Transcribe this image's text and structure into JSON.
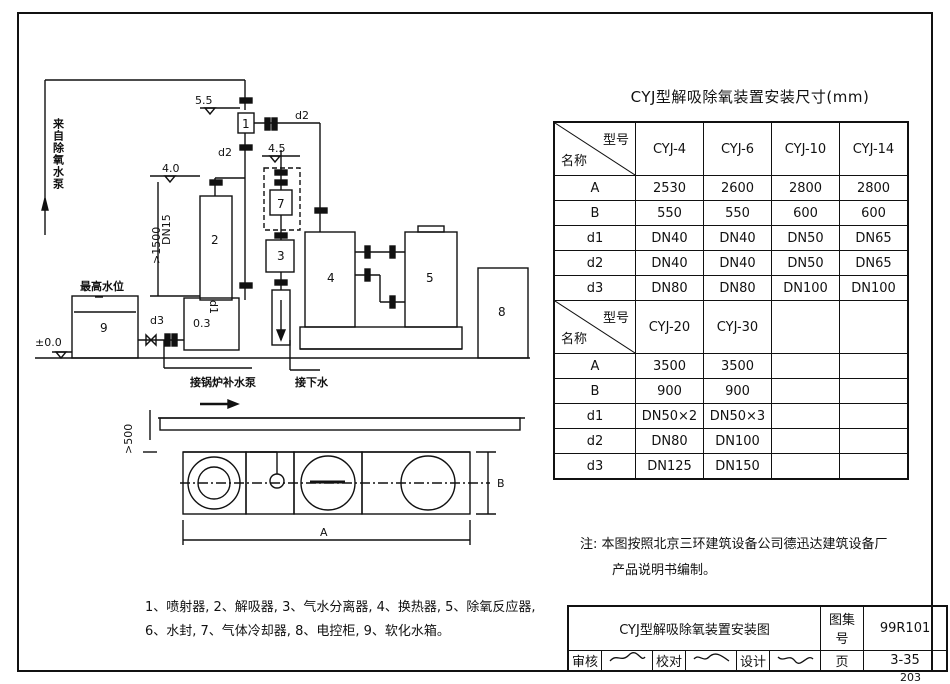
{
  "table": {
    "title": "CYJ型解吸除氧装置安装尺寸(mm)",
    "header_model": "型号",
    "header_name": "名称",
    "models_1": [
      "CYJ-4",
      "CYJ-6",
      "CYJ-10",
      "CYJ-14"
    ],
    "rows_1": [
      {
        "name": "A",
        "values": [
          "2530",
          "2600",
          "2800",
          "2800"
        ]
      },
      {
        "name": "B",
        "values": [
          "550",
          "550",
          "600",
          "600"
        ]
      },
      {
        "name": "d1",
        "values": [
          "DN40",
          "DN40",
          "DN50",
          "DN65"
        ]
      },
      {
        "name": "d2",
        "values": [
          "DN40",
          "DN40",
          "DN50",
          "DN65"
        ]
      },
      {
        "name": "d3",
        "values": [
          "DN80",
          "DN80",
          "DN100",
          "DN100"
        ]
      }
    ],
    "models_2": [
      "CYJ-20",
      "CYJ-30"
    ],
    "rows_2": [
      {
        "name": "A",
        "values": [
          "3500",
          "3500"
        ]
      },
      {
        "name": "B",
        "values": [
          "900",
          "900"
        ]
      },
      {
        "name": "d1",
        "values": [
          "DN50×2",
          "DN50×3"
        ]
      },
      {
        "name": "d2",
        "values": [
          "DN80",
          "DN100"
        ]
      },
      {
        "name": "d3",
        "values": [
          "DN125",
          "DN150"
        ]
      }
    ]
  },
  "diagram": {
    "from_pump": "来自除氧水泵",
    "max_water": "最高水位",
    "to_boiler_pump": "接锅炉补水泵",
    "to_drain": "接下水",
    "lvl_55": "5.5",
    "lvl_45": "4.5",
    "lvl_40": "4.0",
    "lvl_03": "0.3",
    "lvl_00": "±0.0",
    "d2a": "d2",
    "d2b": "d2",
    "d1": "d1",
    "d3": "d3",
    "dn15": "DN15",
    "dim_1500": ">1500",
    "dim_500": ">500",
    "dim_A": "A",
    "dim_B": "B",
    "n1": "1",
    "n2": "2",
    "n3": "3",
    "n4": "4",
    "n5": "5",
    "n7": "7",
    "n8": "8",
    "n9": "9"
  },
  "note": {
    "line1": "注: 本图按照北京三环建筑设备公司德迅达建筑设备厂",
    "line2": "产品说明书编制。"
  },
  "legend": {
    "line1": "1、喷射器, 2、解吸器, 3、气水分离器, 4、换热器, 5、除氧反应器,",
    "line2": "6、水封, 7、气体冷却器, 8、电控柜, 9、软化水箱。"
  },
  "title_block": {
    "drawing_title": "CYJ型解吸除氧装置安装图",
    "atlas_label": "图集号",
    "atlas_no": "99R101",
    "review": "审核",
    "check": "校对",
    "design": "设计",
    "page_label": "页",
    "page_no": "3-35"
  },
  "page_number": "203"
}
